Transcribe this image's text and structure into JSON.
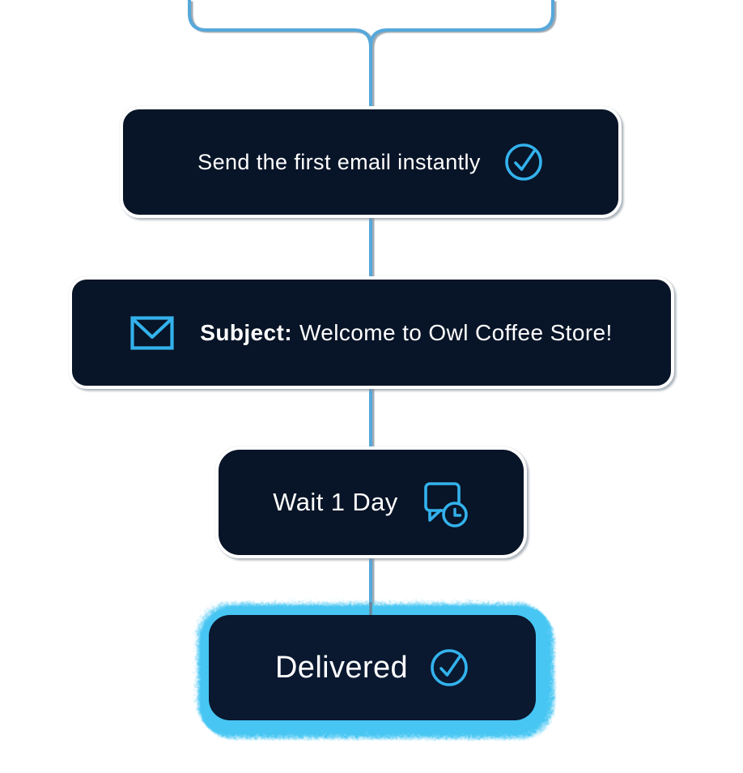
{
  "diagram": {
    "type": "email-automation-flow",
    "nodes": [
      {
        "id": "send-first-email",
        "label": "Send the first email instantly",
        "icon": "check-circle-icon",
        "highlighted": false
      },
      {
        "id": "email-subject",
        "label_bold": "Subject:",
        "label_rest": "Welcome to Owl Coffee Store!",
        "icon": "envelope-icon",
        "highlighted": false
      },
      {
        "id": "wait-1-day",
        "label": "Wait 1 Day",
        "icon": "message-clock-icon",
        "highlighted": false
      },
      {
        "id": "delivered",
        "label": "Delivered",
        "icon": "check-circle-icon",
        "highlighted": true
      }
    ],
    "colors": {
      "node_fill": "#081427",
      "node_border": "#ffffff",
      "connector_blue": "#57A8DA",
      "icon_accent": "#33B2EC",
      "highlight_glow": "#47C6F3",
      "text": "#ffffff",
      "background": "#ffffff"
    }
  }
}
